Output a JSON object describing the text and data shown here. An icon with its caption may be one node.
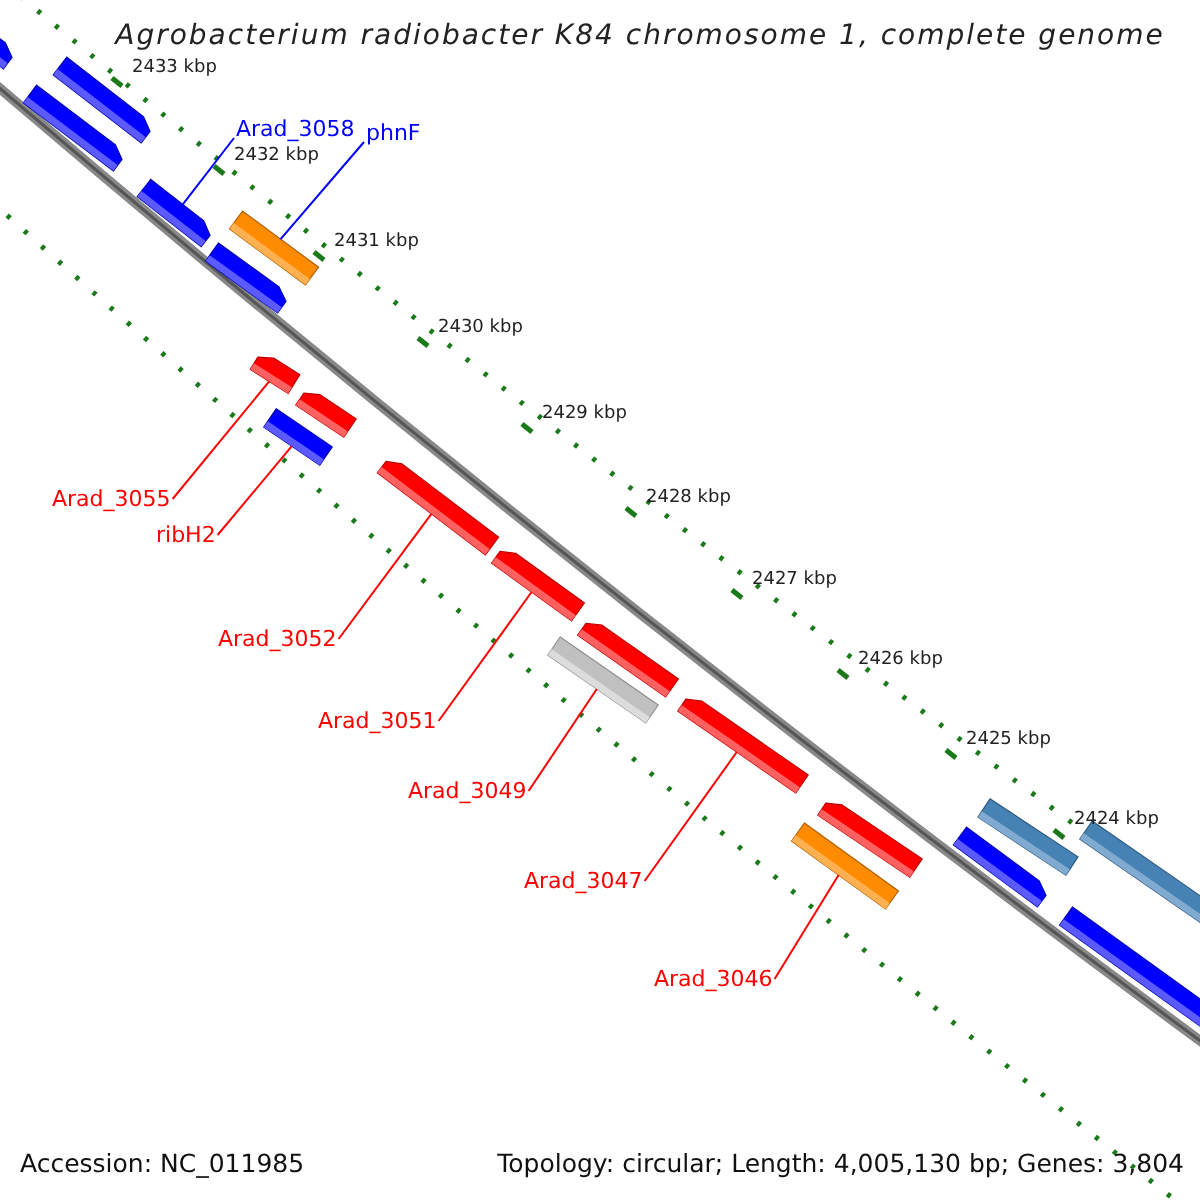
{
  "diagram": {
    "title": "Agrobacterium radiobacter K84 chromosome 1, complete genome",
    "nodes": [
      {
        "text": [
          "Arad_3058"
        ]
      },
      {
        "text": [],
        "shape": "bar"
      },
      {
        "text": [
          "phnF"
        ]
      },
      {
        "text": [],
        "shape": "bar"
      },
      {
        "text": [
          "Arad_3055"
        ]
      },
      {
        "text": [],
        "shape": "bar"
      },
      {
        "text": [
          "ribH2"
        ]
      },
      {
        "text": [],
        "shape": "bar"
      },
      {
        "text": [
          "Arad_3052"
        ]
      },
      {
        "text": [],
        "shape": "bar"
      },
      {
        "text": [
          "Arad_3051"
        ]
      },
      {
        "text": [],
        "shape": "bar"
      },
      {
        "text": [
          "Arad_3049"
        ]
      },
      {
        "text": [],
        "shape": "bar"
      },
      {
        "text": [
          "Arad_3047"
        ]
      },
      {
        "text": [],
        "shape": "bar"
      },
      {
        "text": [
          "Arad_3046"
        ]
      },
      {
        "text": [],
        "shape": "bar"
      }
    ],
    "edges": [
      {
        "from": 0,
        "to": 1,
        "arrow": "none",
        "color": "#0000ff"
      },
      {
        "from": 2,
        "to": 3,
        "arrow": "none",
        "color": "#0000ff"
      },
      {
        "from": 4,
        "to": 5,
        "arrow": "none"
      },
      {
        "from": 6,
        "to": 7,
        "arrow": "none"
      },
      {
        "from": 8,
        "to": 9,
        "arrow": "none"
      },
      {
        "from": 10,
        "to": 11,
        "arrow": "none"
      },
      {
        "from": 12,
        "to": 13,
        "arrow": "none"
      },
      {
        "from": 14,
        "to": 15,
        "arrow": "none"
      },
      {
        "from": 16,
        "to": 17,
        "arrow": "none"
      }
    ],
    "labels": [
      "2433 kbp",
      "2432 kbp",
      "2431 kbp",
      "2430 kbp",
      "2429 kbp",
      "2428 kbp",
      "2427 kbp",
      "2426 kbp",
      "2425 kbp",
      "2424 kbp",
      "Accession: NC_011985",
      "Topology: circular; Length: 4,005,130 bp; Genes: 3,804"
    ]
  }
}
